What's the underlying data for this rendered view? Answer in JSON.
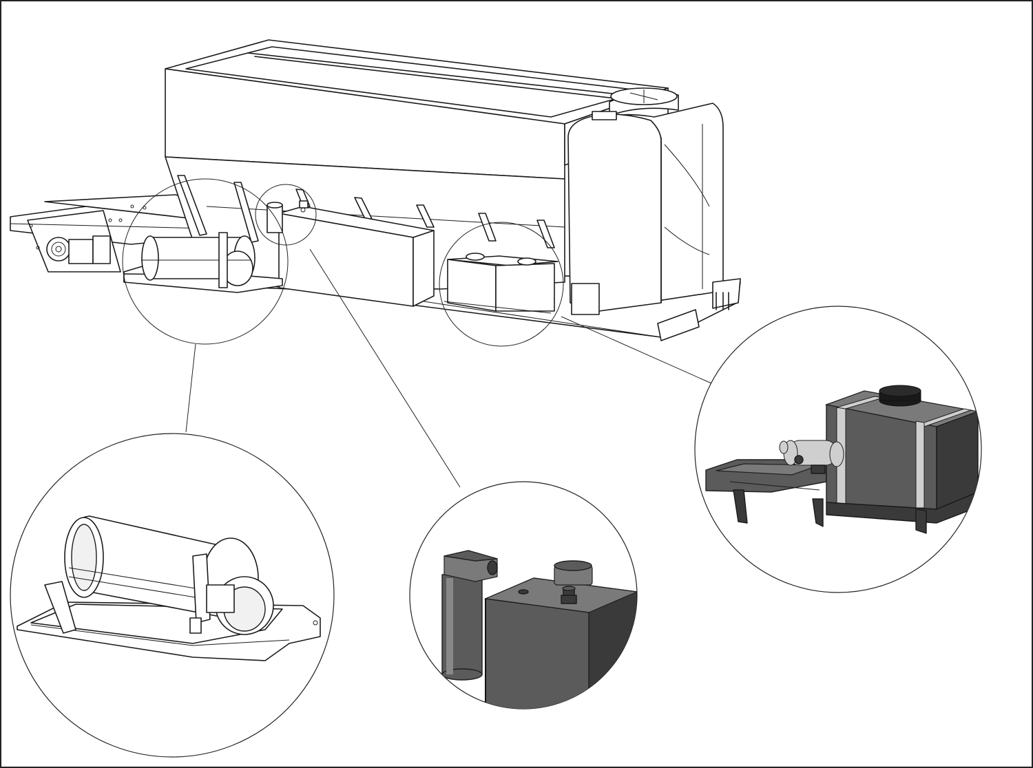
{
  "diagram": {
    "components": [
      "hopper",
      "water-tank",
      "frame-rail",
      "hose-reel",
      "filter",
      "battery-box",
      "pump",
      "conveyor"
    ],
    "callouts": [
      "hose-reel-detail",
      "filter-detail",
      "battery-pump-detail"
    ],
    "palette": {
      "line": "#1a1a1a",
      "fill": "#ffffff",
      "detail_gray": "#5b5b5b",
      "detail_dark": "#3a3a3a"
    }
  }
}
